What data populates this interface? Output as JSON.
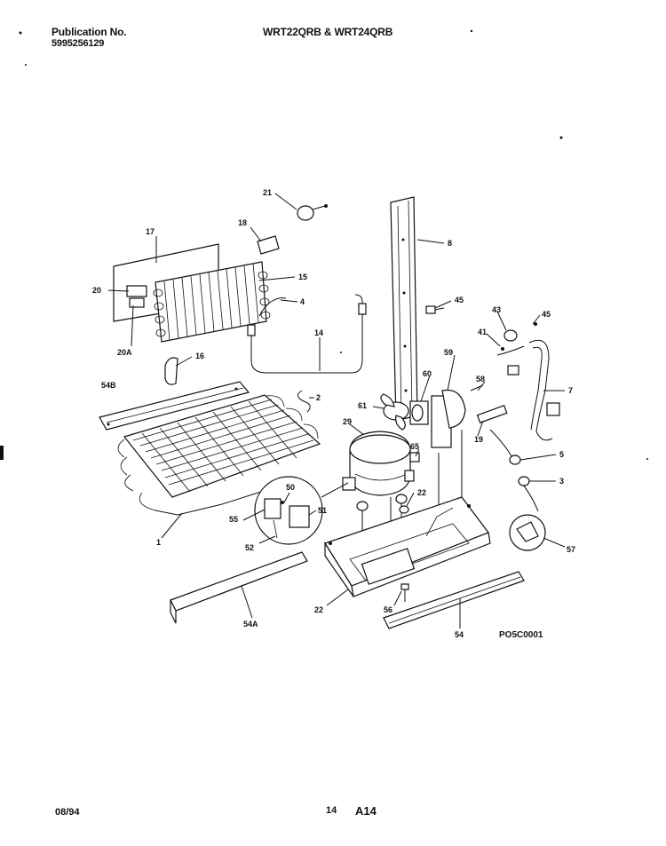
{
  "header": {
    "publication_label": "Publication No.",
    "publication_number": "5995256129",
    "models": "WRT22QRB & WRT24QRB"
  },
  "footer": {
    "date": "08/94",
    "page_number": "14",
    "section": "A14"
  },
  "diagram": {
    "drawing_id": "PO5C0001",
    "callouts": [
      "21",
      "18",
      "17",
      "15",
      "20",
      "4",
      "20A",
      "14",
      "16",
      "8",
      "45",
      "43",
      "45",
      "41",
      "7",
      "54B",
      "2",
      "61",
      "60",
      "59",
      "58",
      "29",
      "19",
      "65",
      "5",
      "3",
      "1",
      "50",
      "51",
      "22",
      "55",
      "52",
      "57",
      "54A",
      "22",
      "56",
      "54"
    ]
  }
}
